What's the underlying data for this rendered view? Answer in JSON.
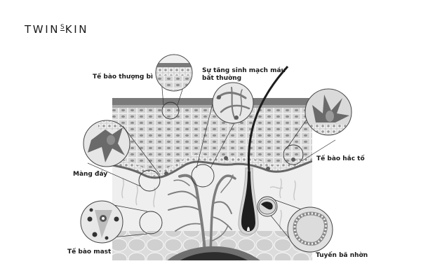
{
  "brand": {
    "part1": "TWIN",
    "middle": "S",
    "part2": "KIN"
  },
  "labels": {
    "epidermal_cells": "Tế bào thượng bì",
    "angiogenesis_line1": "Sự tăng sinh mạch máu",
    "angiogenesis_line2": "bất thường",
    "melanocyte": "Tế bào hắc tố",
    "basement_membrane": "Màng đáy",
    "mast_cell": "Tế bào mast",
    "sebaceous_gland": "Tuyến bã nhờn"
  },
  "colors": {
    "stratum_corneum": "#7a7a7a",
    "epidermis": "#c9c9c9",
    "cell_nucleus": "#8c8c8c",
    "dermis": "#efefef",
    "fat": "#d4d4d4",
    "hair": "#1e1e1e",
    "vessel": "#7d7d7d",
    "melanocyte": "#5e5e5e",
    "outline": "#333333"
  }
}
